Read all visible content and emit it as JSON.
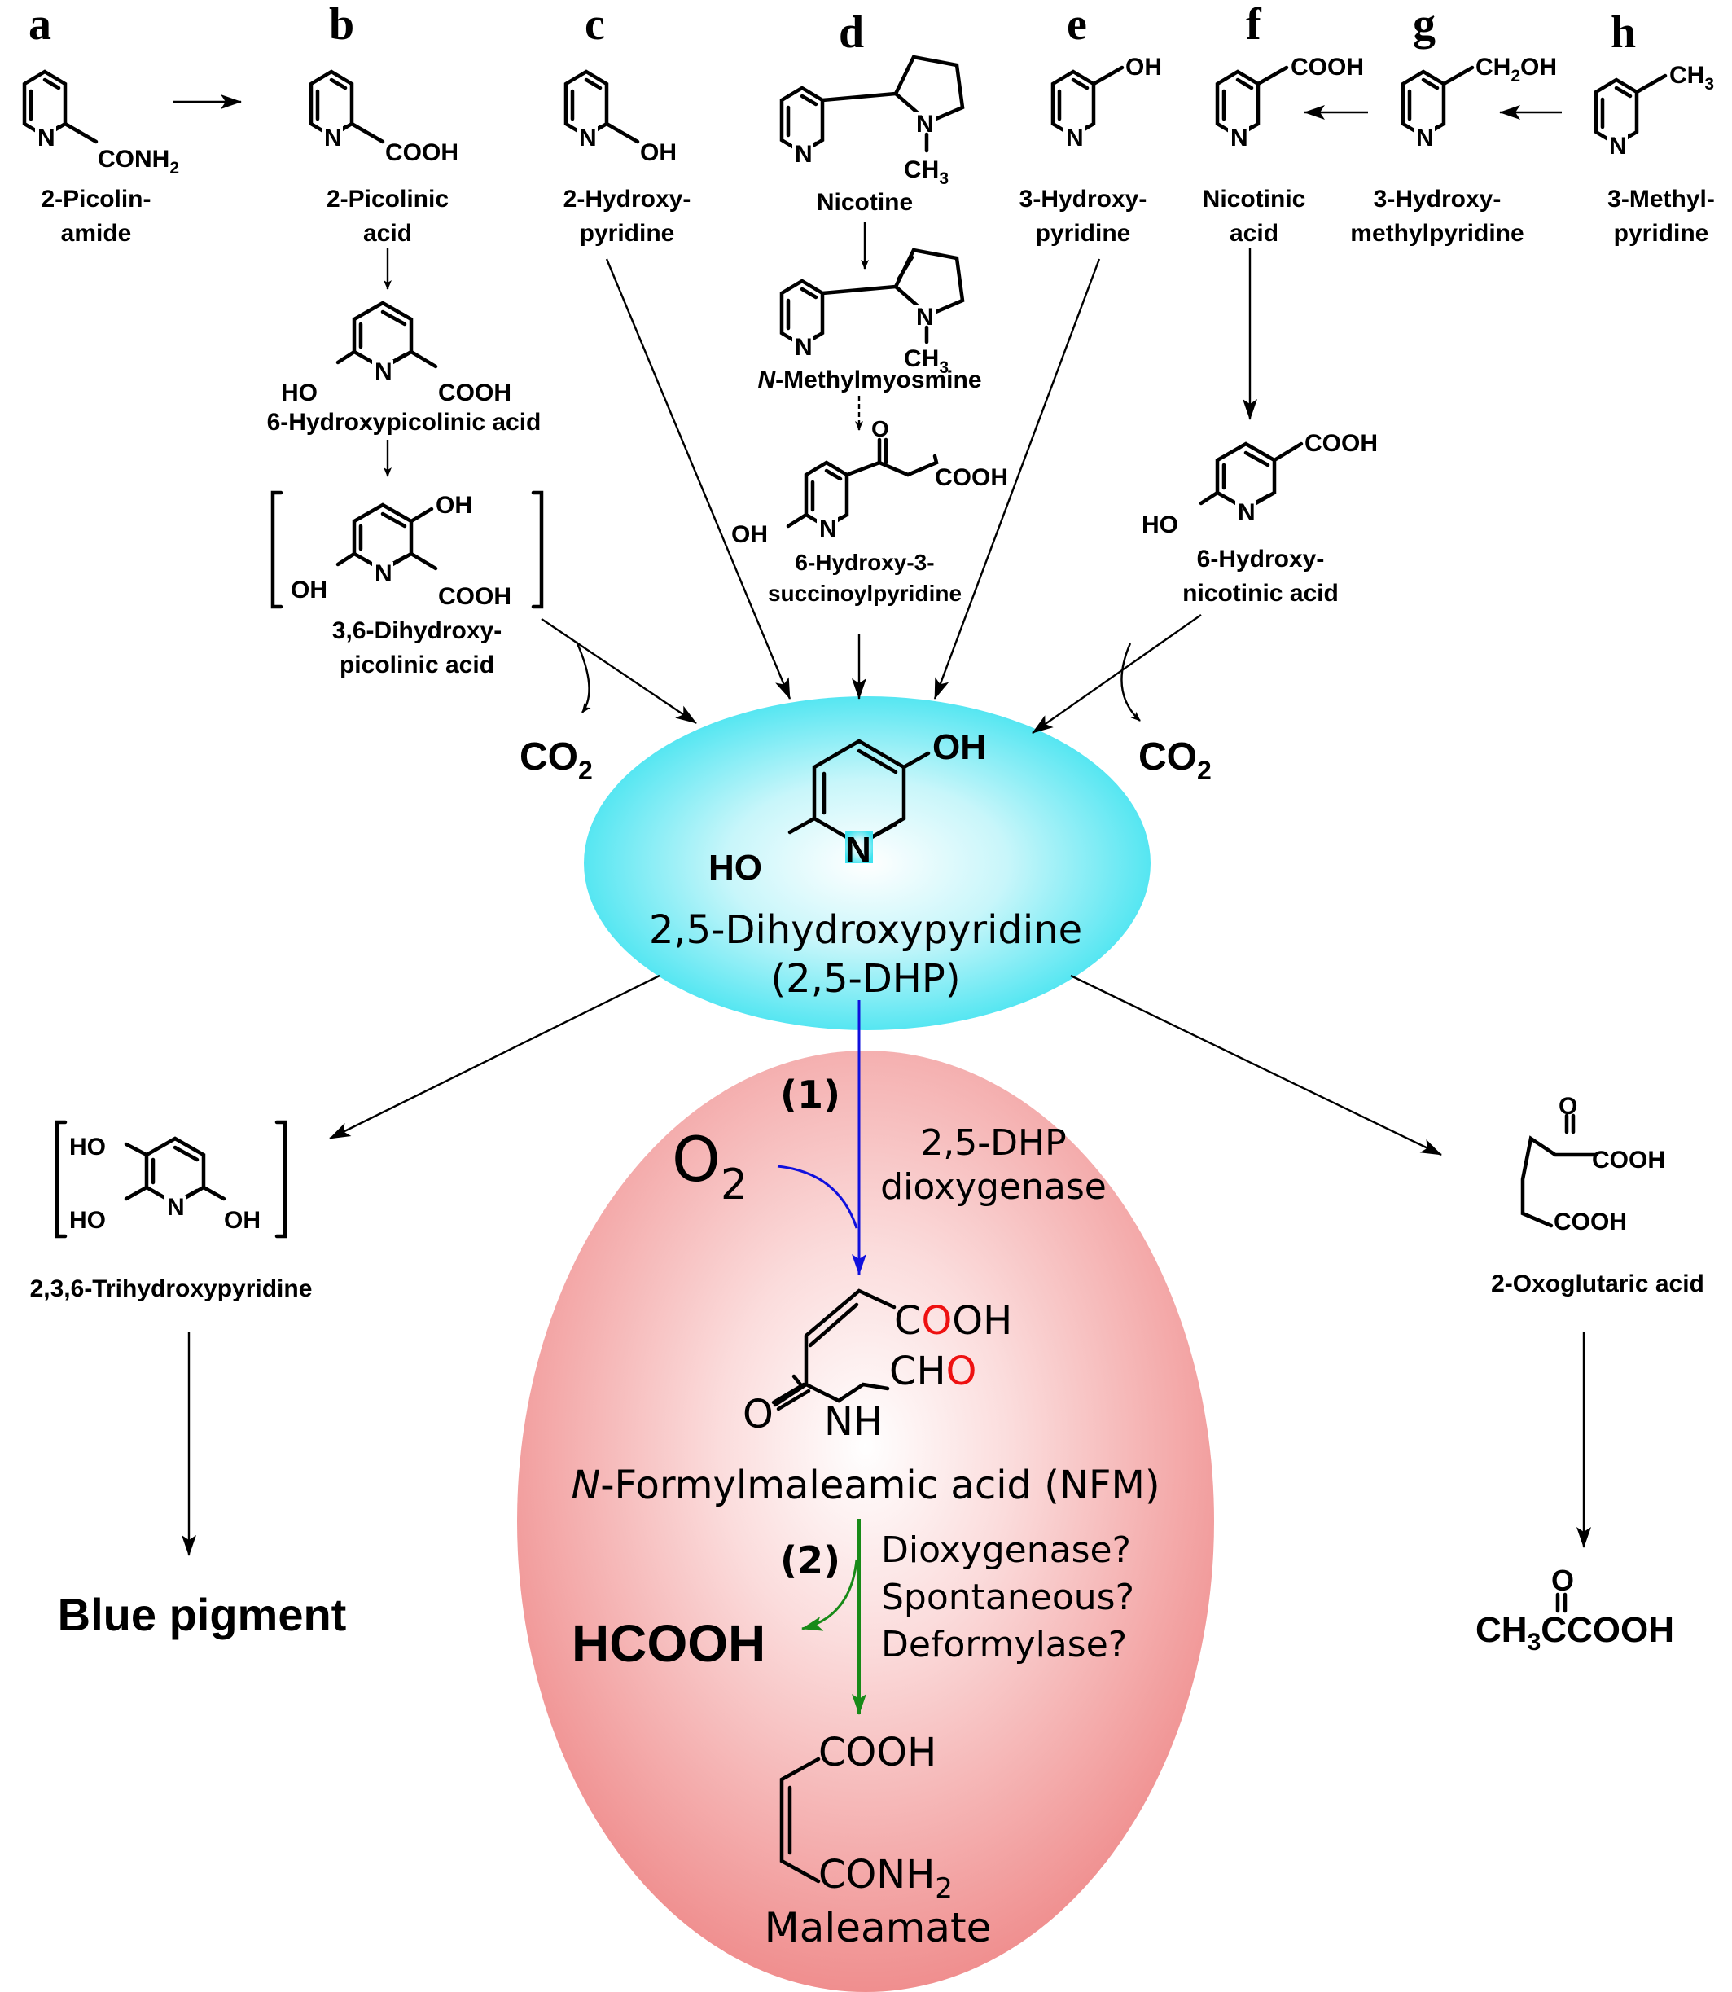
{
  "panels": {
    "a": {
      "letter": "a",
      "substituent": "CONH",
      "sub": "2",
      "name1": "2-Picolin-",
      "name2": "amide"
    },
    "b": {
      "letter": "b",
      "substituent": "COOH",
      "name1": "2-Picolinic",
      "name2": "acid"
    },
    "c": {
      "letter": "c",
      "substituent": "OH",
      "name1": "2-Hydroxy-",
      "name2": "pyridine"
    },
    "d": {
      "letter": "d",
      "methyl": "CH",
      "methyl_sub": "3",
      "name": "Nicotine"
    },
    "e": {
      "letter": "e",
      "substituent": "OH",
      "name1": "3-Hydroxy-",
      "name2": "pyridine"
    },
    "f": {
      "letter": "f",
      "substituent": "COOH",
      "name1": "Nicotinic",
      "name2": "acid"
    },
    "g": {
      "letter": "g",
      "substituent": "CH",
      "sub": "2",
      "substituent_end": "OH",
      "name1": "3-Hydroxy-",
      "name2": "methylpyridine"
    },
    "h": {
      "letter": "h",
      "substituent": "CH",
      "sub": "3",
      "name1": "3-Methyl-",
      "name2": "pyridine"
    }
  },
  "intermediates": {
    "hydroxypicolinic": {
      "oh": "HO",
      "cooh": "COOH",
      "name": "6-Hydroxypicolinic acid"
    },
    "dihydroxypicolinic": {
      "oh1": "OH",
      "oh2": "OH",
      "cooh": "COOH",
      "name1": "3,6-Dihydroxy-",
      "name2": "picolinic acid"
    },
    "methylmyosmine": {
      "methyl": "CH",
      "methyl_sub": "3",
      "name_italic": "N",
      "name_rest": "-Methylmyosmine"
    },
    "succinoyl": {
      "o": "O",
      "cooh": "COOH",
      "oh": "OH",
      "name1": "6-Hydroxy-3-",
      "name2": "succinoylpyridine"
    },
    "hydroxynicotinic": {
      "oh": "HO",
      "cooh": "COOH",
      "name1": "6-Hydroxy-",
      "name2": "nicotinic acid"
    }
  },
  "co2": {
    "text": "CO",
    "sub": "2"
  },
  "dhp": {
    "oh_top": "OH",
    "ho_left": "HO",
    "name": "2,5-Dihydroxypyridine",
    "abbr": "(2,5-DHP)"
  },
  "step1": {
    "label": "(1)",
    "o2": "O",
    "o2_sub": "2",
    "enzyme1": "2,5-DHP",
    "enzyme2": "dioxygenase"
  },
  "nfm": {
    "c_before": "C",
    "o_red": "O",
    "c_after": "OH",
    "cho_ch": "CH",
    "cho_o": "O",
    "o_left": "O",
    "nh": "NH",
    "name_italic": "N",
    "name_rest": "-Formylmaleamic acid (NFM)"
  },
  "step2": {
    "label": "(2)",
    "product": "HCOOH",
    "q1": "Dioxygenase?",
    "q2": "Spontaneous?",
    "q3": "Deformylase?"
  },
  "maleamate": {
    "cooh": "COOH",
    "conh": "CONH",
    "conh_sub": "2",
    "name": "Maleamate"
  },
  "left_branch": {
    "ho1": "HO",
    "ho2": "HO",
    "oh": "OH",
    "name": "2,3,6-Trihydroxypyridine",
    "product": "Blue pigment"
  },
  "right_branch": {
    "o": "O",
    "cooh1": "COOH",
    "cooh2": "COOH",
    "name": "2-Oxoglutaric acid",
    "pyr_o": "O",
    "pyr_ch": "CH",
    "pyr_sub": "3",
    "pyr_rest": "CCOOH"
  },
  "colors": {
    "cyan_ellipse": "#6fe9f2",
    "red_ellipse": "#f0a0a0",
    "blue": "#1010dd",
    "red": "#ee1111",
    "green": "#188a18",
    "black": "#000000"
  }
}
